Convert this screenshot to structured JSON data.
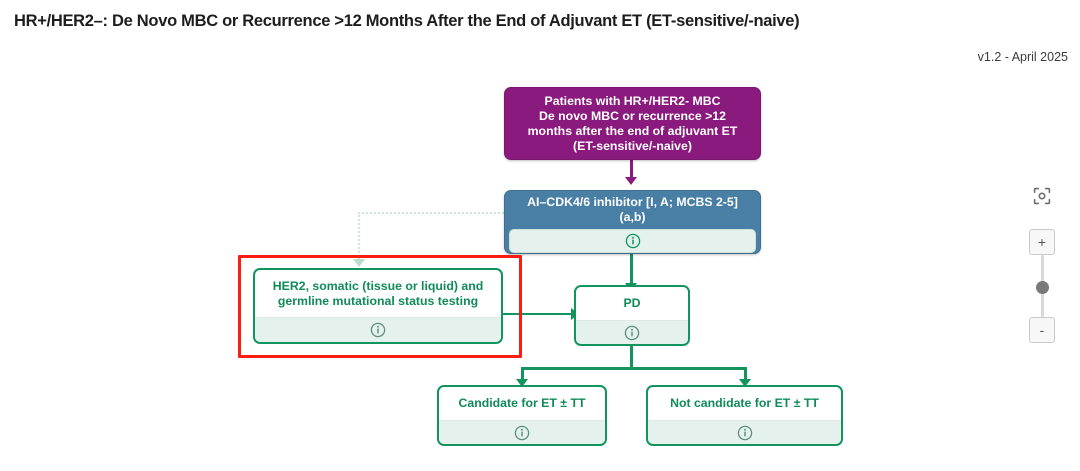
{
  "header": {
    "title": "HR+/HER2–: De Novo MBC or Recurrence >12 Months After the End of Adjuvant ET (ET-sensitive/-naive)",
    "version": "v1.2 - April 2025"
  },
  "flowchart": {
    "nodes": {
      "start": {
        "id": "patients-hr-her2-mbc",
        "text": "Patients with HR+/HER2- MBC\nDe novo MBC or recurrence >12\nmonths after the end of adjuvant ET\n(ET-sensitive/-naive)",
        "line1": "Patients with HR+/HER2- MBC",
        "line2": "De novo MBC or recurrence >12",
        "line3": "months after the end of adjuvant ET",
        "line4": "(ET-sensitive/-naive)",
        "color": "#8a1a7d",
        "text_color": "#ffffff",
        "has_info": false
      },
      "treatment": {
        "id": "ai-cdk46-inhibitor",
        "line1": "AI–CDK4/6 inhibitor [I, A; MCBS 2-5]",
        "line2": "(a,b)",
        "color": "#4a7fa5",
        "text_color": "#ffffff",
        "has_info": true,
        "info_label": "info-icon"
      },
      "testing": {
        "id": "her2-mutational-status-testing",
        "line1": "HER2, somatic (tissue or liquid) and",
        "line2": "germline mutational status testing",
        "color": "#12945f",
        "text_color": "#0f8a58",
        "has_info": true,
        "selected": true
      },
      "pd": {
        "id": "progressive-disease",
        "line1": "PD",
        "line2": "",
        "color": "#12945f",
        "text_color": "#0f8a58",
        "has_info": true
      },
      "candidate": {
        "id": "candidate-for-et-tt",
        "line1": "Candidate for ET ± TT",
        "line2": "",
        "color": "#12945f",
        "text_color": "#0f8a58",
        "has_info": true
      },
      "not_candidate": {
        "id": "not-candidate-for-et-tt",
        "line1": "Not candidate for ET ± TT",
        "line2": "",
        "color": "#12945f",
        "text_color": "#0f8a58",
        "has_info": true
      }
    },
    "selection": {
      "color": "#fb1d10",
      "around_node": "her2-mutational-status-testing"
    },
    "edges": [
      {
        "from": "patients-hr-her2-mbc",
        "to": "ai-cdk46-inhibitor",
        "style": "solid",
        "color": "#8a1a7d"
      },
      {
        "from": "ai-cdk46-inhibitor",
        "to": "progressive-disease",
        "style": "solid",
        "color": "#12945f"
      },
      {
        "from": "ai-cdk46-inhibitor",
        "to": "her2-mutational-status-testing",
        "style": "dotted",
        "color": "#cde6da"
      },
      {
        "from": "her2-mutational-status-testing",
        "to": "progressive-disease",
        "style": "solid",
        "color": "#12945f"
      },
      {
        "from": "progressive-disease",
        "to": "candidate-for-et-tt",
        "style": "solid",
        "color": "#12945f"
      },
      {
        "from": "progressive-disease",
        "to": "not-candidate-for-et-tt",
        "style": "solid",
        "color": "#12945f"
      }
    ]
  },
  "zoom_controls": {
    "fit_label": "fit-to-screen-icon",
    "zoom_in_label": "+",
    "zoom_out_label": "-"
  }
}
